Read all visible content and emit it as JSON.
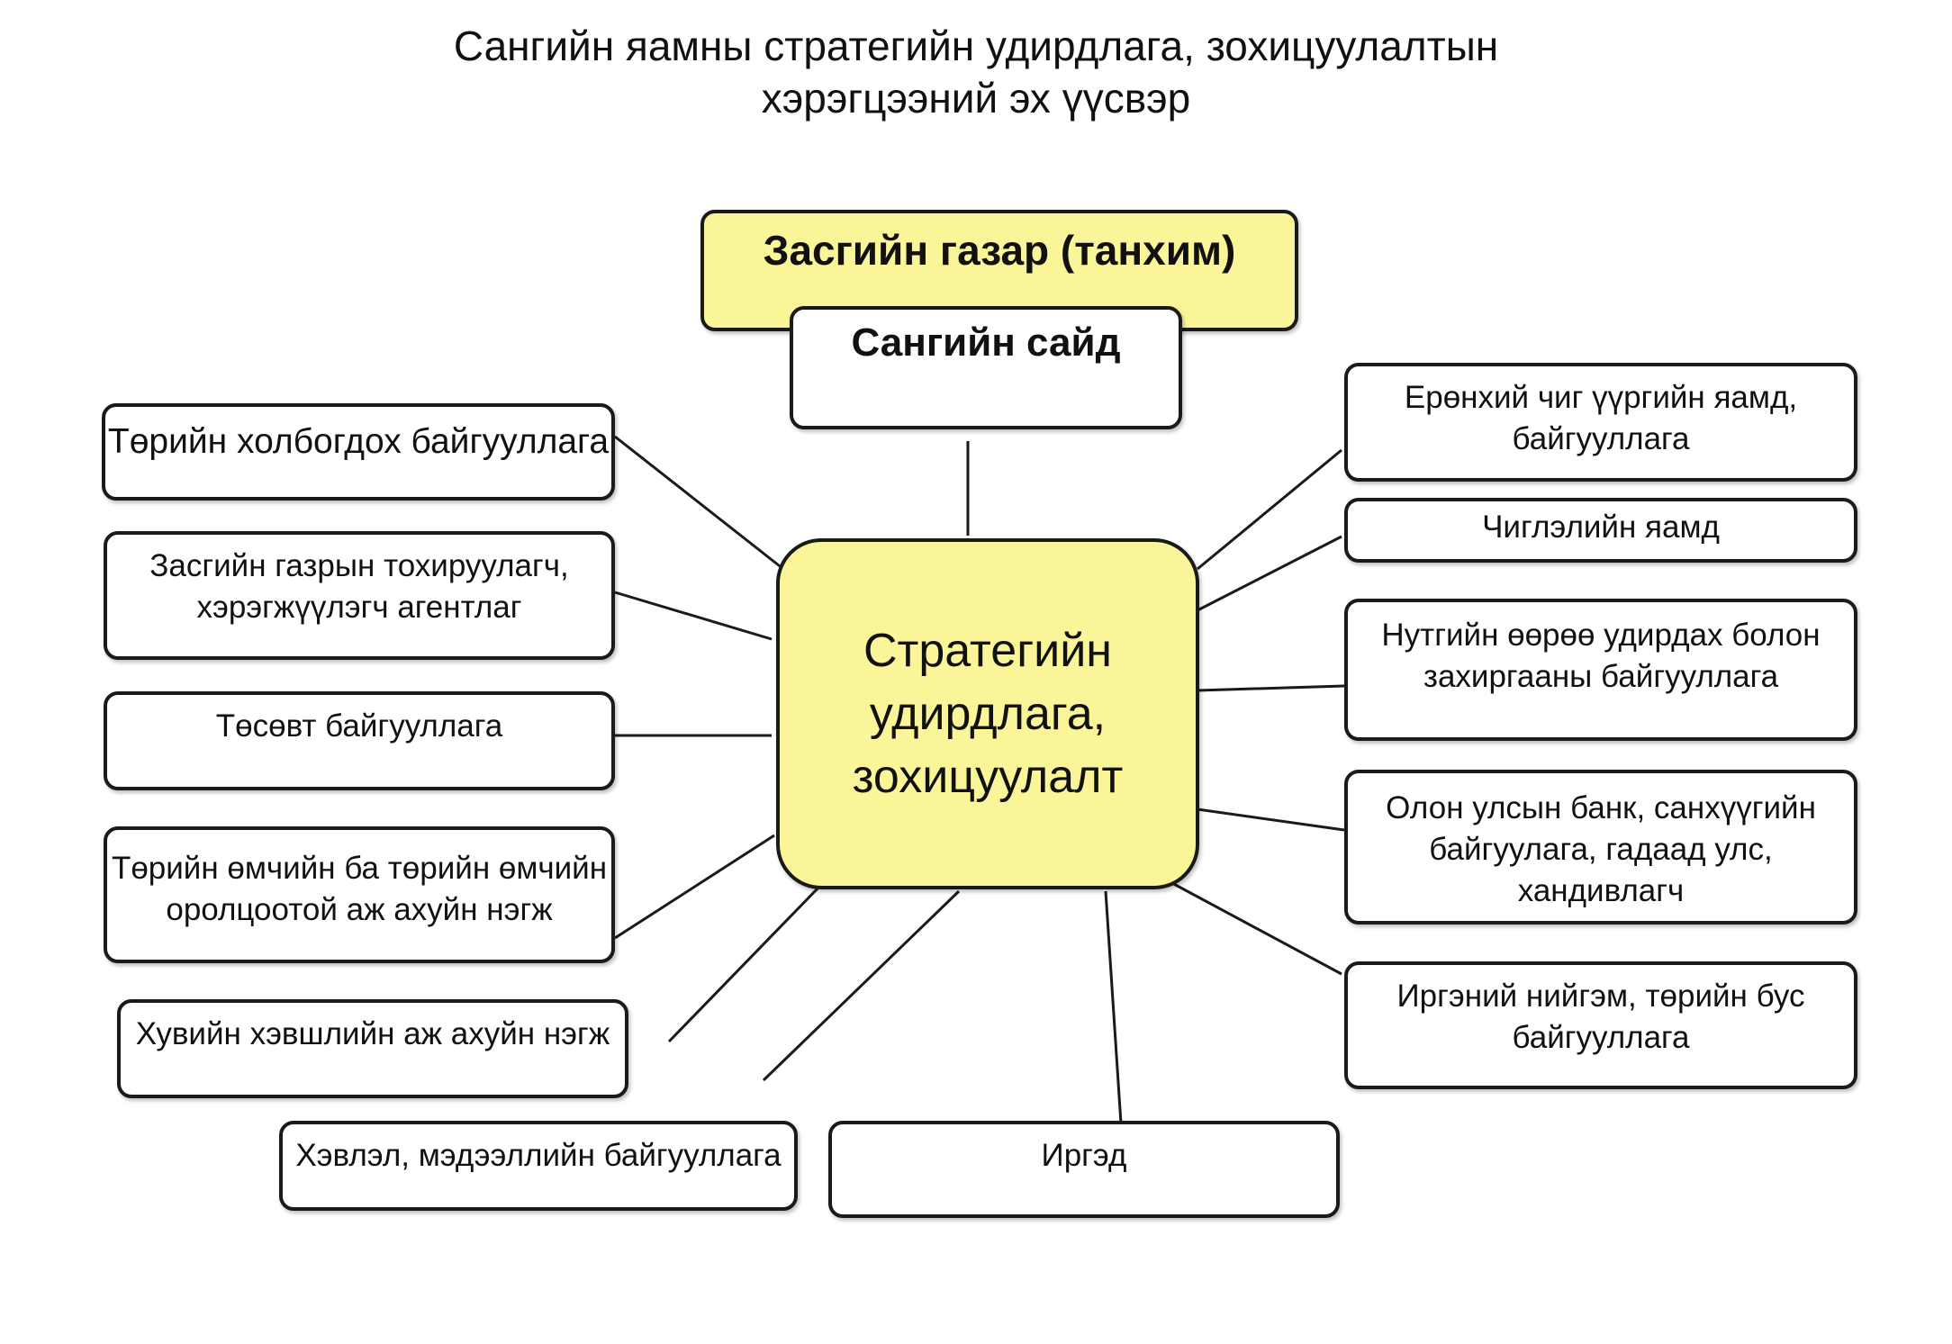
{
  "title": {
    "line1": "Сангийн яамны стратегийн удирдлага, зохицуулалтын",
    "line2": "хэрэгцээний эх үүсвэр"
  },
  "colors": {
    "accent_fill": "#fbf59a",
    "border": "#1a1a1a",
    "line": "#1a1a1a"
  },
  "nodes": {
    "cabinet": "Засгийн газар (танхим)",
    "minister": "Сангийн  сайд",
    "center": {
      "line1": "Стратегийн",
      "line2": "удирдлага,",
      "line3": "зохицуулалт"
    },
    "left": {
      "state_org": "Төрийн холбогдох байгууллага",
      "agency": {
        "line1": "Засгийн газрын  тохируулагч,",
        "line2": "хэрэгжүүлэгч агентлаг"
      },
      "budget_org": "Төсөвт байгууллага",
      "state_owned": {
        "line1": "Төрийн өмчийн ба төрийн өмчийн",
        "line2": "оролцоотой аж ахуйн нэгж"
      },
      "private": "Хувийн хэвшлийн аж ахуйн нэгж"
    },
    "bottom": {
      "media": "Хэвлэл, мэдээллийн байгууллага",
      "citizens": "Иргэд"
    },
    "right": {
      "general_ministry": {
        "line1": "Ерөнхий чиг үүргийн яамд,",
        "line2": "байгууллага"
      },
      "sector_ministry": "Чиглэлийн яамд",
      "local_gov": {
        "line1": "Нутгийн өөрөө удирдах болон",
        "line2": "захиргааны байгууллага"
      },
      "intl": {
        "line1": "Олон улсын банк, санхүүгийн",
        "line2": "байгуулага, гадаад улс, хандивлагч"
      },
      "civil": {
        "line1": "Иргэний нийгэм, төрийн бус",
        "line2": "байгууллага"
      }
    }
  }
}
